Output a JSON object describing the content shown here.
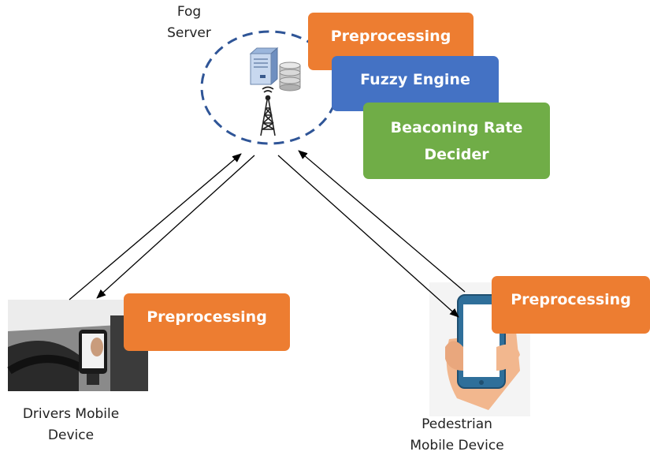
{
  "colors": {
    "preprocessing": "#ED7D31",
    "fuzzy_engine": "#4472C4",
    "beaconing": "#70AD47",
    "fog_circle": "#2F5597",
    "arrow": "#000000"
  },
  "fog_server": {
    "label_line1": "Fog",
    "label_line2": "Server",
    "icons": [
      "server-icon",
      "database-icon",
      "antenna-tower-icon"
    ],
    "modules": {
      "preprocessing": "Preprocessing",
      "fuzzy_engine": "Fuzzy Engine",
      "beaconing_line1": "Beaconing Rate",
      "beaconing_line2": "Decider"
    }
  },
  "driver": {
    "label_line1": "Drivers Mobile",
    "label_line2": "Device",
    "module": "Preprocessing",
    "icon": "car-mounted-phone-icon"
  },
  "pedestrian": {
    "label_line1": "Pedestrian",
    "label_line2": "Mobile Device",
    "module": "Preprocessing",
    "icon": "hand-holding-phone-icon"
  }
}
